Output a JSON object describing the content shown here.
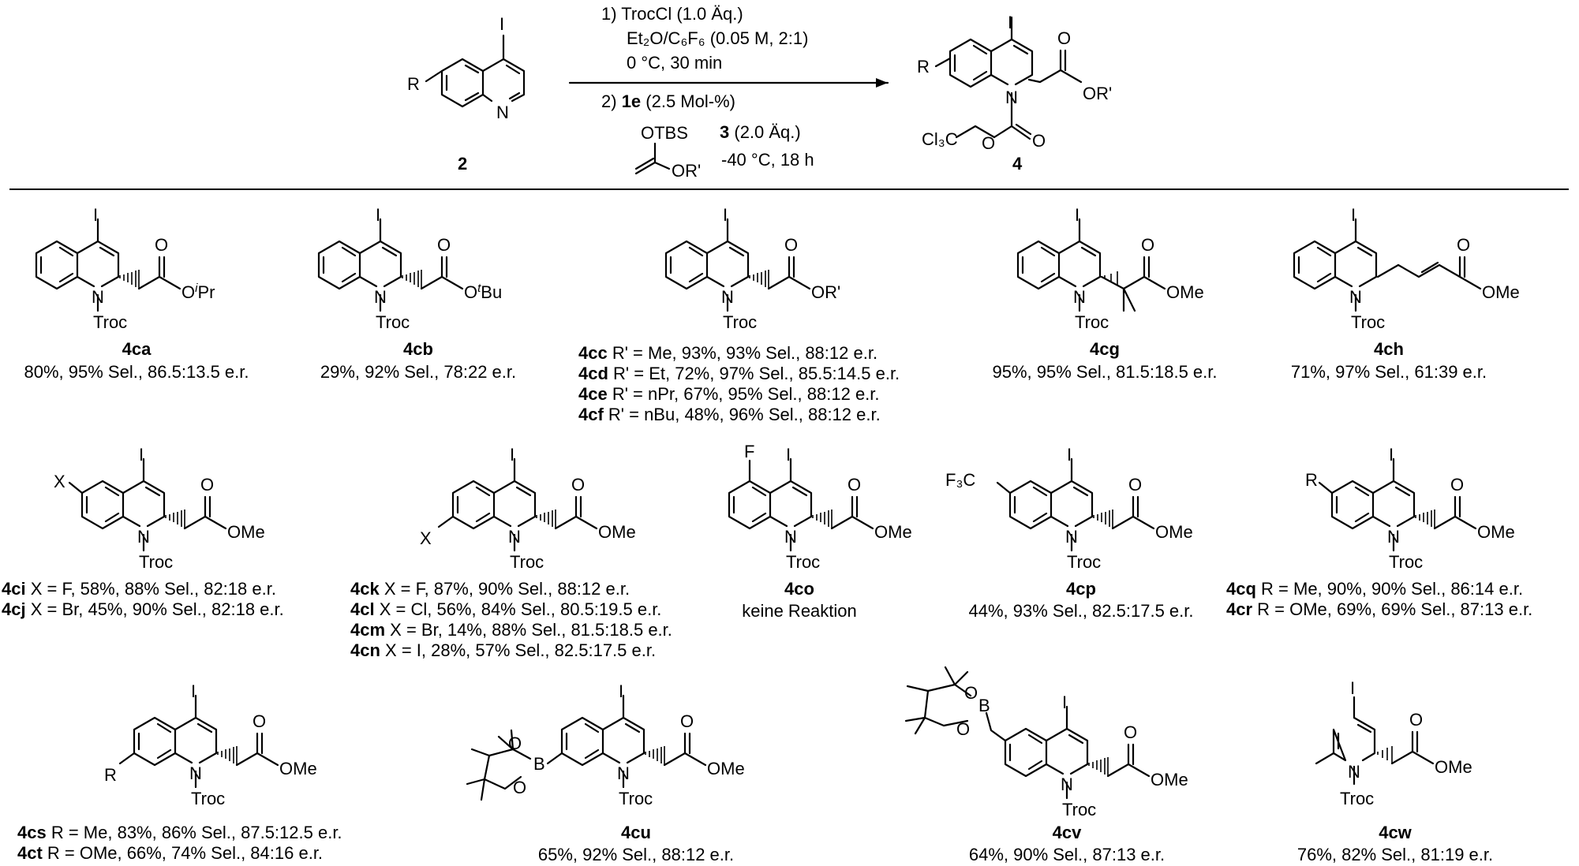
{
  "reaction": {
    "reactant_number": "2",
    "product_number": "4",
    "reagent_number": "3",
    "step1": "1) TrocCl (1.0 Äq.)",
    "step1_solvent": "Et₂O/C₆F₆ (0.05 M, 2:1)",
    "step1_cond": "0 °C, 30 min",
    "step2_prefix": "2) ",
    "step2_cat": "1e",
    "step2_load": " (2.5 Mol-%)",
    "reagent_amount": " (2.0 Äq.)",
    "step2_cond": "-40 °C, 18 h"
  },
  "atoms": {
    "I": "I",
    "N": "N",
    "O": "O",
    "F": "F",
    "X": "X",
    "R": "R",
    "B": "B",
    "Troc": "Troc",
    "OMe": "OMe",
    "ORp": "OR'",
    "OTBS": "OTBS",
    "OiPr_O": "O",
    "OiPr_i": "i",
    "OiPr_Pr": "Pr",
    "OtBu_O": "O",
    "OtBu_t": "t",
    "OtBu_Bu": "Bu",
    "CF3": "F₃C",
    "Cl3C": "Cl₃C"
  },
  "row1": [
    {
      "id": "4ca",
      "line": "80%, 95% Sel., 86.5:13.5 e.r."
    },
    {
      "id": "4cb",
      "line": "29%, 92% Sel., 78:22 e.r."
    },
    {
      "entries": [
        {
          "id": "4cc",
          "text": " R' = Me,    93%, 93% Sel., 88:12 e.r."
        },
        {
          "id": "4cd",
          "text": " R' = Et,     72%, 97% Sel., 85.5:14.5 e.r."
        },
        {
          "id": "4ce",
          "text": " R' = nPr,   67%, 95% Sel., 88:12 e.r."
        },
        {
          "id": "4cf",
          "text": "  R' = nBu, 48%, 96% Sel., 88:12 e.r."
        }
      ]
    },
    {
      "id": "4cg",
      "line": "95%, 95% Sel., 81.5:18.5 e.r."
    },
    {
      "id": "4ch",
      "line": "71%, 97% Sel., 61:39 e.r."
    }
  ],
  "row2": [
    {
      "entries": [
        {
          "id": "4ci",
          "text": " X = F,    58%, 88% Sel., 82:18 e.r."
        },
        {
          "id": "4cj",
          "text": " X = Br,   45%, 90% Sel., 82:18 e.r."
        }
      ]
    },
    {
      "entries": [
        {
          "id": "4ck",
          "text": "  X = F,    87%, 90% Sel., 88:12 e.r."
        },
        {
          "id": "4cl",
          "text": "   X = Cl,   56%, 84% Sel., 80.5:19.5 e.r."
        },
        {
          "id": "4cm",
          "text": " X = Br, 14%, 88% Sel., 81.5:18.5 e.r."
        },
        {
          "id": "4cn",
          "text": "  X = I,     28%, 57% Sel., 82.5:17.5 e.r."
        }
      ]
    },
    {
      "id": "4co",
      "line": "keine Reaktion"
    },
    {
      "id": "4cp",
      "line": "44%, 93% Sel., 82.5:17.5 e.r."
    },
    {
      "entries": [
        {
          "id": "4cq",
          "text": " R = Me,   90%, 90% Sel., 86:14 e.r."
        },
        {
          "id": "4cr",
          "text": "  R = OMe, 69%, 69% Sel., 87:13 e.r."
        }
      ]
    }
  ],
  "row3": [
    {
      "entries": [
        {
          "id": "4cs",
          "text": " R = Me,    83%, 86% Sel., 87.5:12.5 e.r."
        },
        {
          "id": "4ct",
          "text": "  R = OMe, 66%, 74% Sel., 84:16 e.r."
        }
      ]
    },
    {
      "id": "4cu",
      "line": "65%, 92% Sel., 88:12 e.r."
    },
    {
      "id": "4cv",
      "line": "64%, 90% Sel., 87:13 e.r."
    },
    {
      "id": "4cw",
      "line": "76%, 82% Sel., 81:19 e.r."
    }
  ]
}
